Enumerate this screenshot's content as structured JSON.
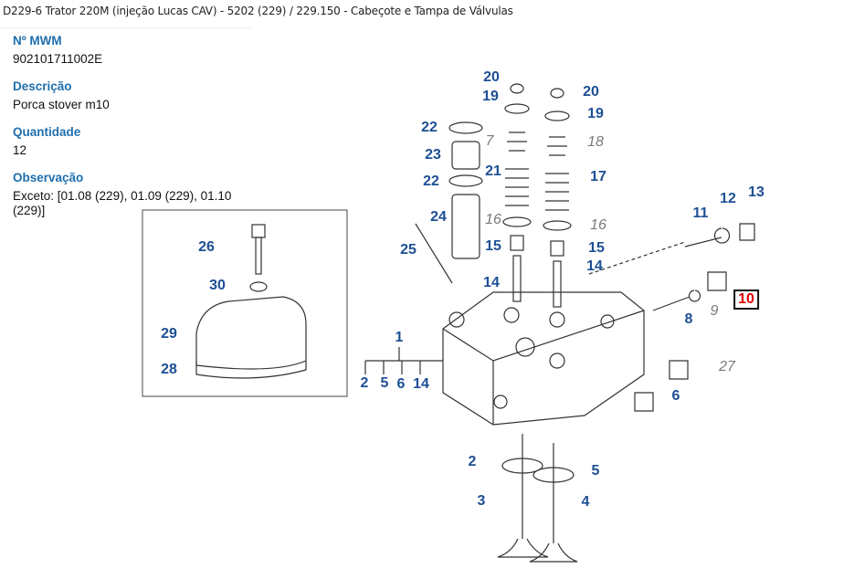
{
  "breadcrumb": "D229-6 Trator 220M (injeção Lucas CAV) - 5202 (229)  /  229.150 - Cabeçote e Tampa de Válvulas",
  "details": [
    {
      "label": "Nº MWM",
      "value": "902101711002E"
    },
    {
      "label": "Descrição",
      "value": "Porca stover m10"
    },
    {
      "label": "Quantidade",
      "value": "12"
    },
    {
      "label": "Observação",
      "value": "Exceto: [01.08 (229), 01.09 (229), 01.10 (229)]"
    }
  ],
  "diagram": {
    "selected": "10",
    "callouts": [
      "20",
      "19",
      "22",
      "7",
      "23",
      "21",
      "22",
      "24",
      "16",
      "25",
      "15",
      "14",
      "20",
      "19",
      "18",
      "17",
      "16",
      "15",
      "14",
      "11",
      "12",
      "13",
      "10",
      "9",
      "8",
      "27",
      "6",
      "1",
      "2",
      "5",
      "6",
      "14",
      "26",
      "30",
      "29",
      "28",
      "2",
      "5",
      "3",
      "4"
    ]
  }
}
